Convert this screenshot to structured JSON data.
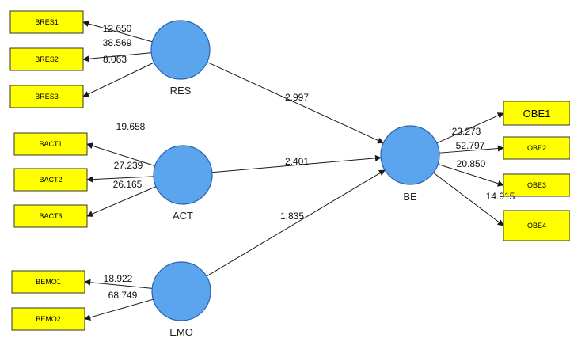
{
  "latent_variables": [
    {
      "id": "RES",
      "label": "RES"
    },
    {
      "id": "ACT",
      "label": "ACT"
    },
    {
      "id": "EMO",
      "label": "EMO"
    },
    {
      "id": "BE",
      "label": "BE"
    }
  ],
  "indicators": [
    {
      "id": "BRES1",
      "label": "BRES1",
      "latent": "RES",
      "loading": "12.650"
    },
    {
      "id": "BRES2",
      "label": "BRES2",
      "latent": "RES",
      "loading": "38.569"
    },
    {
      "id": "BRES3",
      "label": "BRES3",
      "latent": "RES",
      "loading": "8.063"
    },
    {
      "id": "BACT1",
      "label": "BACT1",
      "latent": "ACT",
      "loading": "19.658"
    },
    {
      "id": "BACT2",
      "label": "BACT2",
      "latent": "ACT",
      "loading": "27.239"
    },
    {
      "id": "BACT3",
      "label": "BACT3",
      "latent": "ACT",
      "loading": "26.165"
    },
    {
      "id": "BEMO1",
      "label": "BEMO1",
      "latent": "EMO",
      "loading": "18.922"
    },
    {
      "id": "BEMO2",
      "label": "BEMO2",
      "latent": "EMO",
      "loading": "68.749"
    },
    {
      "id": "OBE1",
      "label": "OBE1",
      "latent": "BE",
      "loading": "23.273"
    },
    {
      "id": "OBE2",
      "label": "OBE2",
      "latent": "BE",
      "loading": "52.797"
    },
    {
      "id": "OBE3",
      "label": "OBE3",
      "latent": "BE",
      "loading": "20.850"
    },
    {
      "id": "OBE4",
      "label": "OBE4",
      "latent": "BE",
      "loading": "14.915"
    }
  ],
  "paths": [
    {
      "from": "RES",
      "to": "BE",
      "value": "2.997"
    },
    {
      "from": "ACT",
      "to": "BE",
      "value": "2.401"
    },
    {
      "from": "EMO",
      "to": "BE",
      "value": "1.835"
    }
  ],
  "colors": {
    "indicator_fill": "#ffff00",
    "latent_fill": "#5aa5ee",
    "latent_stroke": "#2b63ad",
    "edge": "#1a1a1a"
  }
}
